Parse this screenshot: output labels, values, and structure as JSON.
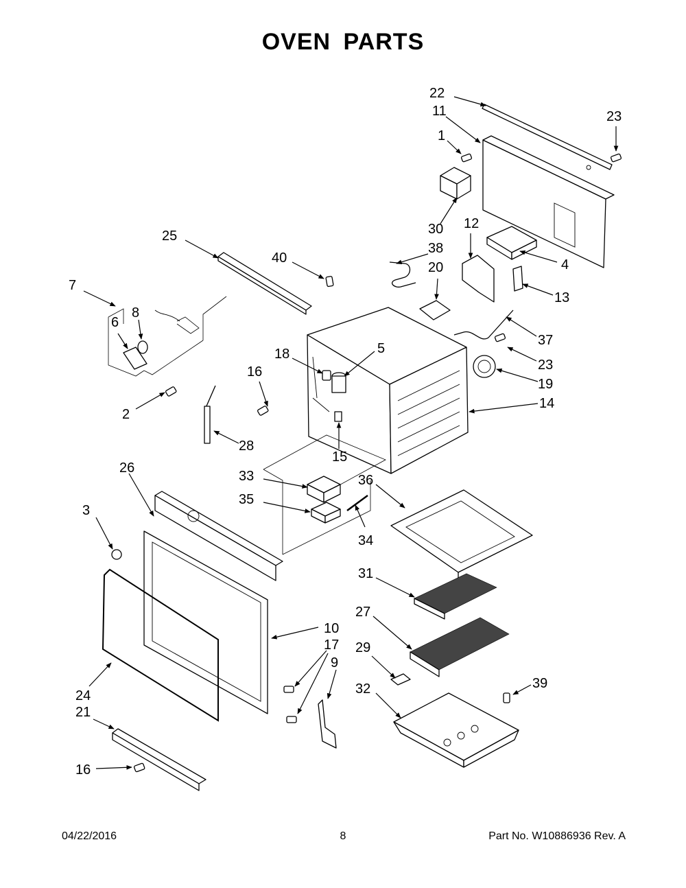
{
  "title": "OVEN  PARTS",
  "callouts": {
    "p1": "1",
    "p2": "2",
    "p3": "3",
    "p4": "4",
    "p5": "5",
    "p6": "6",
    "p7": "7",
    "p8": "8",
    "p9": "9",
    "p10": "10",
    "p11": "11",
    "p12": "12",
    "p13": "13",
    "p14": "14",
    "p15": "15",
    "p16a": "16",
    "p16b": "16",
    "p17": "17",
    "p18": "18",
    "p19": "19",
    "p20": "20",
    "p21": "21",
    "p22": "22",
    "p23a": "23",
    "p23b": "23",
    "p24": "24",
    "p25": "25",
    "p26": "26",
    "p27": "27",
    "p28": "28",
    "p29": "29",
    "p30": "30",
    "p31": "31",
    "p32": "32",
    "p33": "33",
    "p34": "34",
    "p35": "35",
    "p36": "36",
    "p37": "37",
    "p38": "38",
    "p39": "39",
    "p40": "40"
  },
  "footer": {
    "date": "04/22/2016",
    "page": "8",
    "part": "Part No.  W10886936  Rev.  A"
  }
}
